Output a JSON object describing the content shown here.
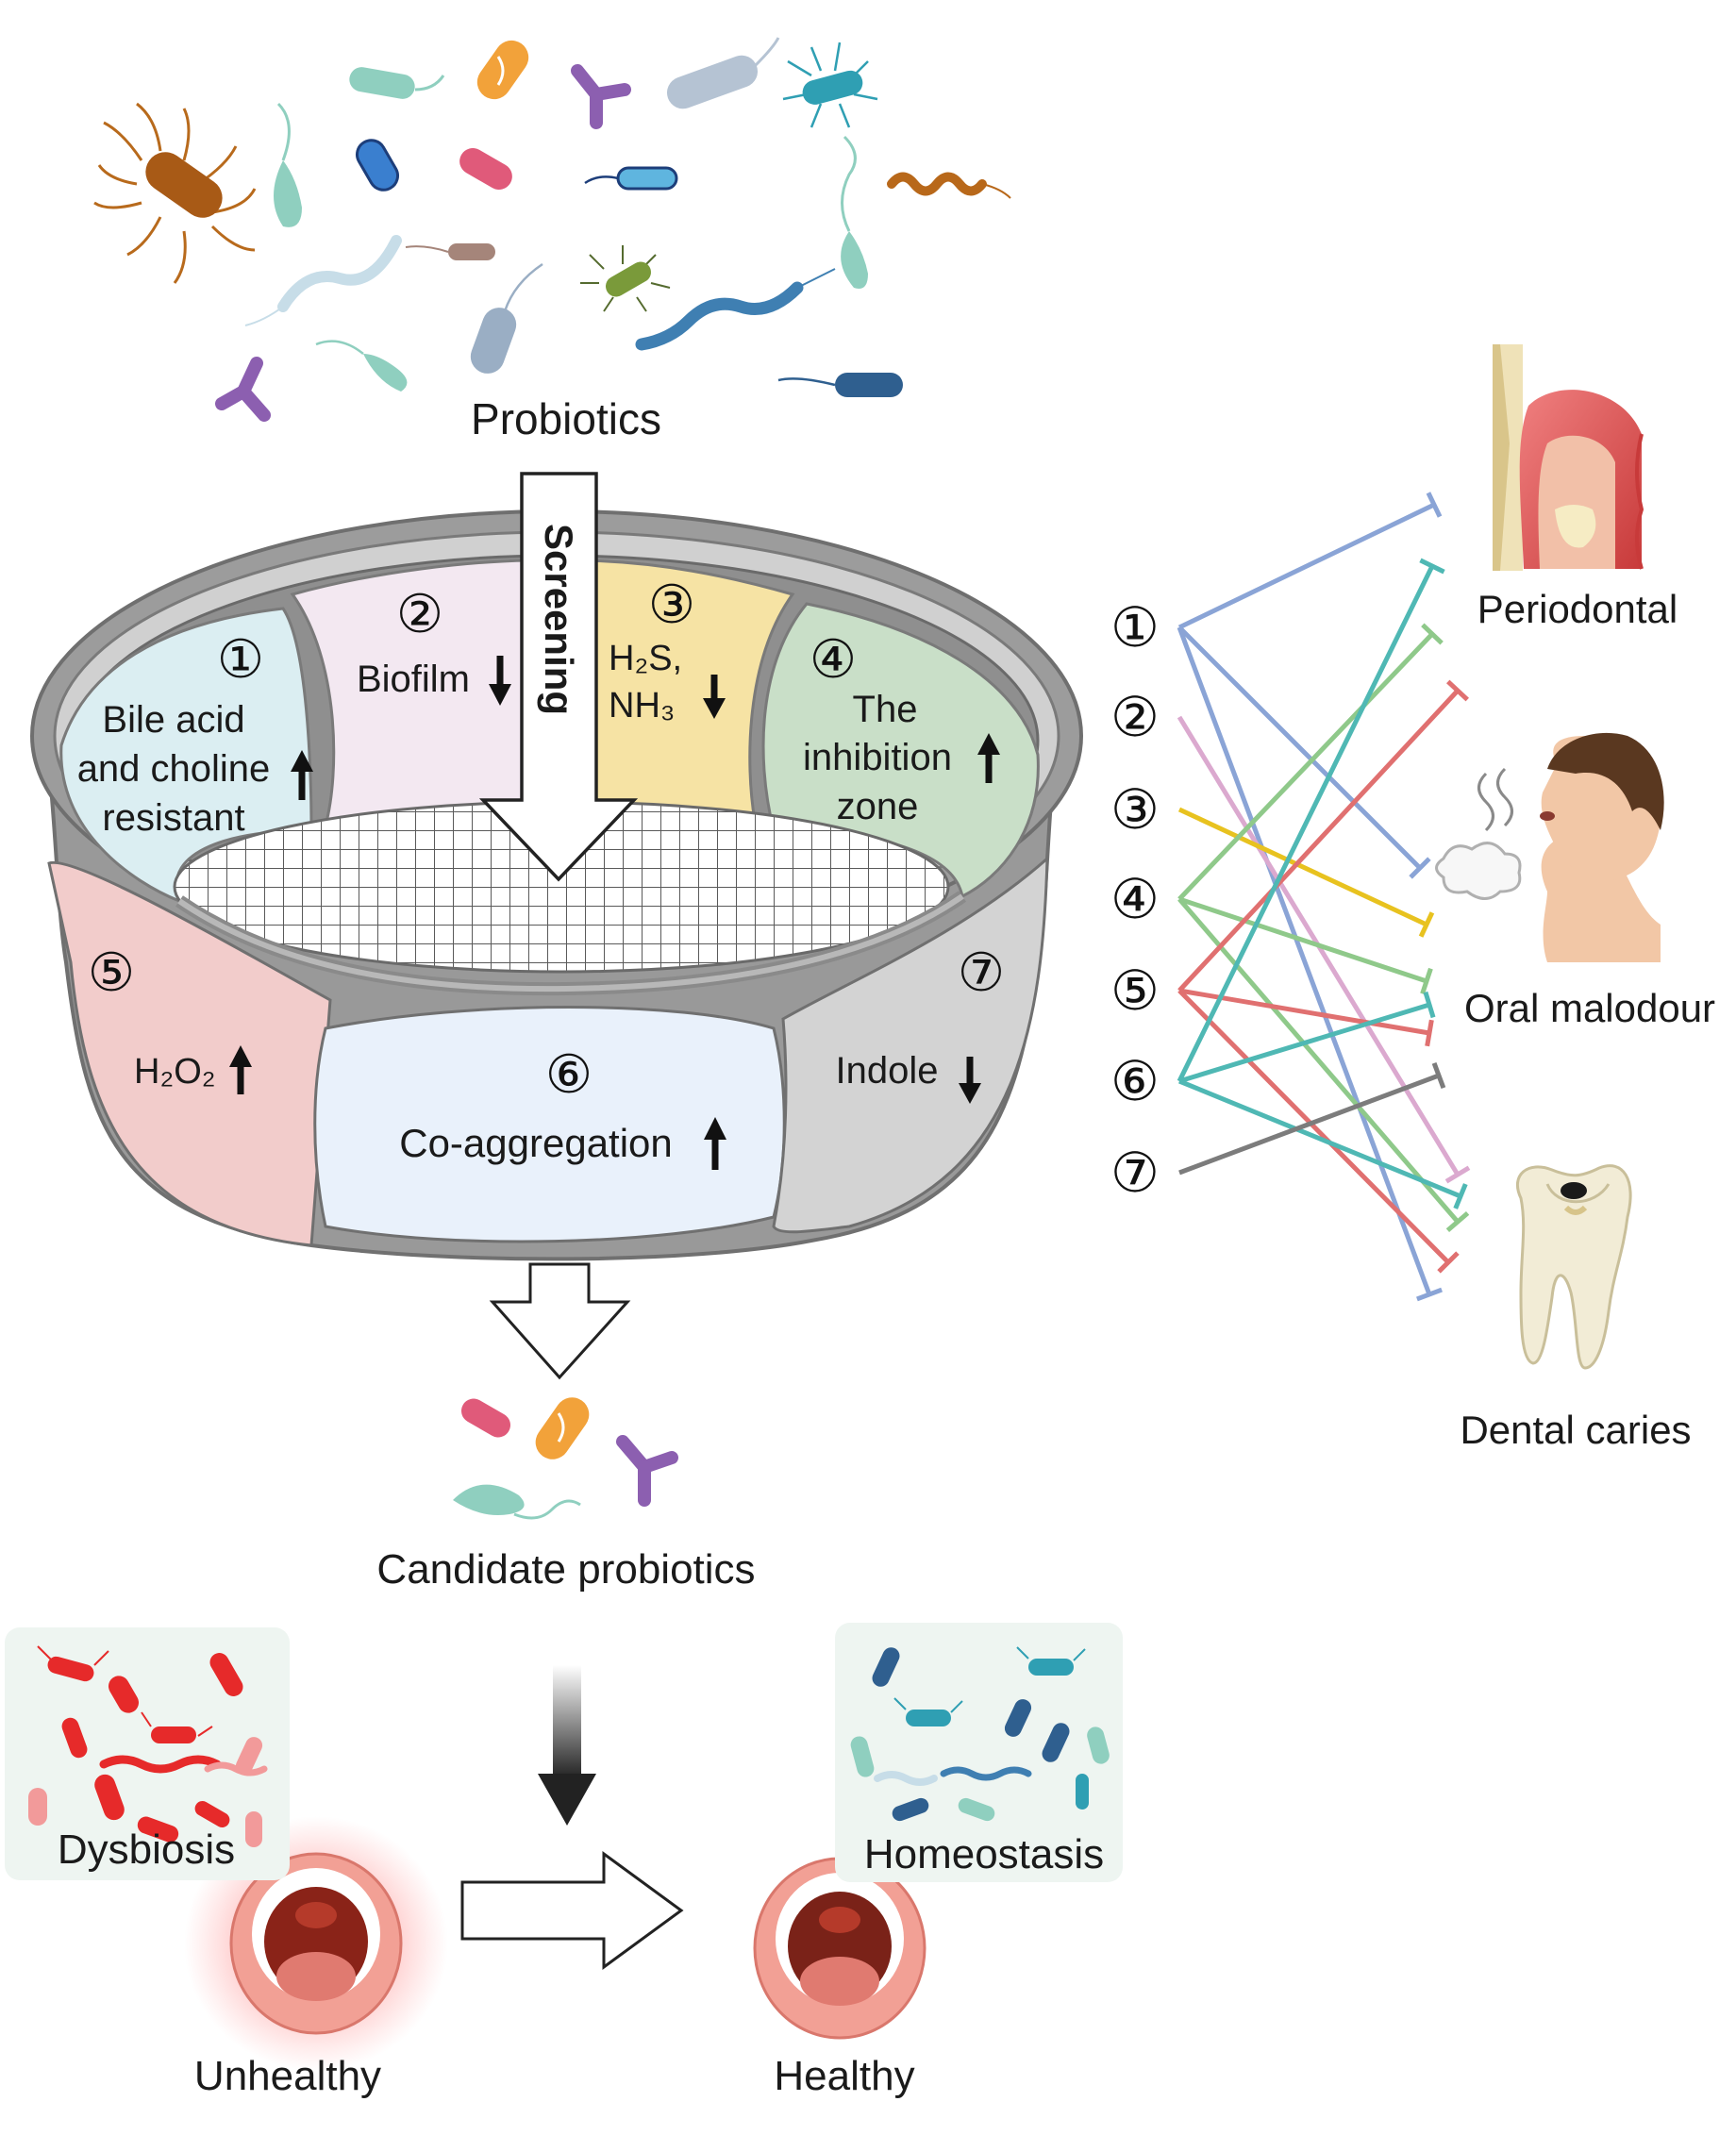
{
  "top": {
    "label": "Probiotics"
  },
  "screening": {
    "label": "Screening"
  },
  "criteria": [
    {
      "num": "①",
      "text": [
        "Bile acid",
        "and choline",
        "resistant"
      ],
      "direction": "up",
      "color": "#dbeef2"
    },
    {
      "num": "②",
      "text": [
        "Biofilm"
      ],
      "direction": "down",
      "color": "#f3e8f1"
    },
    {
      "num": "③",
      "text": [
        "H₂S,",
        "NH₃"
      ],
      "direction": "down",
      "color": "#f6e3a4"
    },
    {
      "num": "④",
      "text": [
        "The",
        "inhibition",
        "zone"
      ],
      "direction": "up",
      "color": "#c9dfc8"
    },
    {
      "num": "⑤",
      "text": [
        "H₂O₂"
      ],
      "direction": "up",
      "color": "#f2cccb"
    },
    {
      "num": "⑥",
      "text": [
        "Co-aggregation"
      ],
      "direction": "up",
      "color": "#e9f1fb"
    },
    {
      "num": "⑦",
      "text": [
        "Indole"
      ],
      "direction": "down",
      "color": "#d3d3d3"
    }
  ],
  "candidate": {
    "label": "Candidate probiotics"
  },
  "bottom": {
    "dysbiosis": "Dysbiosis",
    "homeostasis": "Homeostasis",
    "unhealthy": "Unhealthy",
    "healthy": "Healthy"
  },
  "right": {
    "numbers": [
      "①",
      "②",
      "③",
      "④",
      "⑤",
      "⑥",
      "⑦"
    ],
    "diseases": [
      "Periodontal",
      "Oral malodour",
      "Dental caries"
    ]
  },
  "connections": [
    {
      "from": 1,
      "to": [
        "Periodontal",
        "Oral malodour",
        "Dental caries"
      ],
      "color": "#8aa4d6"
    },
    {
      "from": 2,
      "to": [
        "Dental caries"
      ],
      "color": "#dba9cf"
    },
    {
      "from": 3,
      "to": [
        "Oral malodour"
      ],
      "color": "#e8c21f"
    },
    {
      "from": 4,
      "to": [
        "Periodontal",
        "Oral malodour",
        "Dental caries"
      ],
      "color": "#8fc98a"
    },
    {
      "from": 5,
      "to": [
        "Periodontal",
        "Oral malodour",
        "Dental caries"
      ],
      "color": "#e07070"
    },
    {
      "from": 6,
      "to": [
        "Periodontal",
        "Oral malodour",
        "Dental caries"
      ],
      "color": "#4fb8b4"
    },
    {
      "from": 7,
      "to": [
        "Oral malodour"
      ],
      "color": "#7c7c7c"
    }
  ]
}
